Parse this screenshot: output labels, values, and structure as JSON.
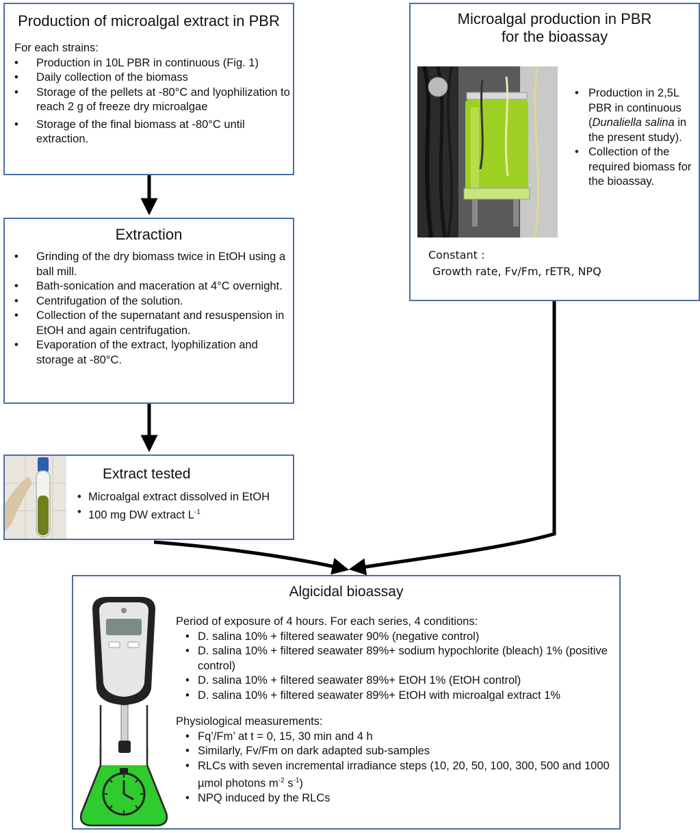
{
  "box_production": {
    "title": "Production of microalgal extract in PBR",
    "intro": "For each strains:",
    "items": [
      "Production in 10L PBR in continuous (Fig. 1)",
      "Daily collection of the biomass",
      "Storage of  the pellets at -80°C and lyophilization to reach 2 g of freeze dry microalgae",
      "Storage of the final biomass at -80°C until extraction."
    ]
  },
  "box_extraction": {
    "title": "Extraction",
    "items": [
      "Grinding of the dry biomass twice in EtOH using a ball mill.",
      "Bath-sonication and maceration at 4°C overnight.",
      "Centrifugation of the solution.",
      "Collection of the supernatant and resuspension in EtOH and again centrifugation.",
      "Evaporation of the extract, lyophilization and storage at -80°C."
    ]
  },
  "box_extract_tested": {
    "title": "Extract tested",
    "item1": "Microalgal extract dissolved in EtOH",
    "item2_text": "100 mg DW extract L",
    "item2_sup": "-1"
  },
  "box_microalgal_pbr": {
    "title_line1": "Microalgal production in PBR",
    "title_line2": "for the bioassay",
    "item1_pre": "Production in 2,5L PBR in continuous (",
    "item1_italic": "Dunaliella salina",
    "item1_post": " in the present study).",
    "item2": "Collection of the required biomass for the bioassay.",
    "constant_label": "Constant :",
    "constant_values": "Growth rate, Fv/Fm, rETR, NPQ"
  },
  "box_bioassay": {
    "title": "Algicidal bioassay",
    "intro": "Period of exposure of 4 hours. For each series, 4 conditions:",
    "conditions": [
      "D. salina 10% + filtered seawater 90% (negative control)",
      "D. salina 10% + filtered seawater 89%+ sodium hypochlorite (bleach) 1% (positive control)",
      "D. salina 10% + filtered seawater 89%+ EtOH 1% (EtOH control)",
      "D. salina 10% + filtered seawater 89%+ EtOH with microalgal extract 1%"
    ],
    "measurements_label": "Physiological measurements:",
    "m1": "Fq’/Fm’ at t = 0, 15, 30 min and 4 h",
    "m2": "Similarly, Fv/Fm on dark adapted sub-samples",
    "m3_a": "RLCs with seven incremental irradiance steps (10, 20, 50, 100, 300, 500 and 1000 µmol photons m",
    "m3_sup1": "-2",
    "m3_b": " s",
    "m3_sup2": "-1",
    "m3_c": ")",
    "m4": "NPQ induced by the RLCs"
  },
  "colors": {
    "box_border": "#4a6fa5",
    "arrow": "#000000",
    "algae_green": "#2ecc2e"
  }
}
